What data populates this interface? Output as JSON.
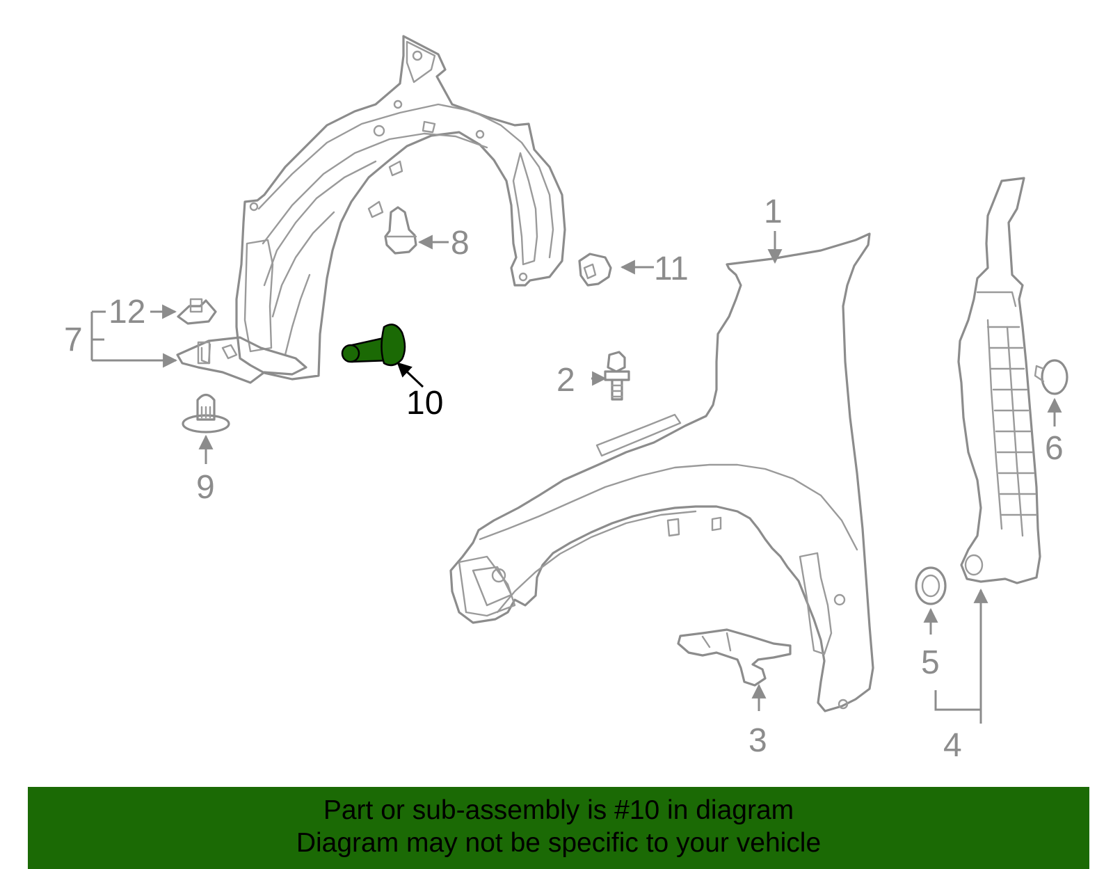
{
  "diagram": {
    "highlighted_part": "10",
    "highlight_color": "#1b6a05",
    "line_color": "#8c8c8c",
    "callouts": {
      "c1": "1",
      "c2": "2",
      "c3": "3",
      "c4": "4",
      "c5": "5",
      "c6": "6",
      "c7": "7",
      "c8": "8",
      "c9": "9",
      "c10": "10",
      "c11": "11",
      "c12": "12"
    }
  },
  "banner": {
    "line1": "Part or sub-assembly is #10 in diagram",
    "line2": "Diagram may not be specific to your vehicle",
    "background": "#1b6a05"
  }
}
